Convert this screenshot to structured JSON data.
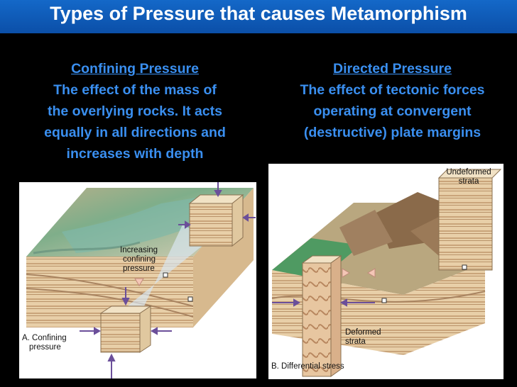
{
  "slide": {
    "title": "Types of Pressure that causes Metamorphism",
    "accent_color": "#3a8ff0",
    "title_bar_color": "#1262c0"
  },
  "left": {
    "heading": "Confining Pressure",
    "lines": [
      "The effect of the mass of",
      "the overlying rocks. It acts",
      "equally in all directions and",
      "increases with depth"
    ],
    "figure": {
      "label_increasing": [
        "Increasing",
        "confining",
        "pressure"
      ],
      "caption": [
        "A. Confining",
        "pressure"
      ]
    }
  },
  "right": {
    "heading": "Directed Pressure",
    "lines": [
      "The effect of tectonic forces",
      "operating at convergent",
      "(destructive) plate margins"
    ],
    "figure": {
      "label_undeformed": [
        "Undeformed",
        "strata"
      ],
      "label_deformed": [
        "Deformed",
        "strata"
      ],
      "caption": "B. Differential stress"
    }
  }
}
